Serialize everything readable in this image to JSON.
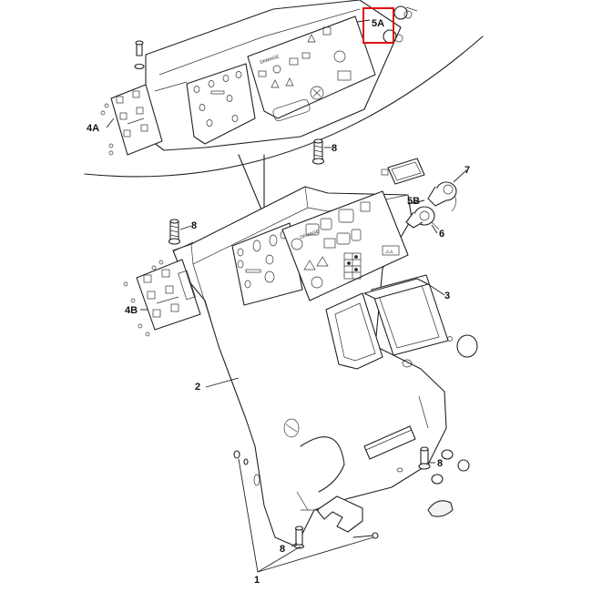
{
  "callouts": {
    "c1": "1",
    "c2": "2",
    "c3": "3",
    "c4a": "4A",
    "c4b": "4B",
    "c5a": "5A",
    "c5b": "5B",
    "c6": "6",
    "c7": "7",
    "c8a": "8",
    "c8b": "8",
    "c8c": "8",
    "c8d": "8"
  },
  "panel_text": {
    "brand_top": "DAMAGE",
    "brand_bottom": "DAMAGE"
  },
  "colors": {
    "line": "#222222",
    "highlight": "#e01010",
    "background": "#ffffff"
  },
  "highlighted_part": "5A"
}
